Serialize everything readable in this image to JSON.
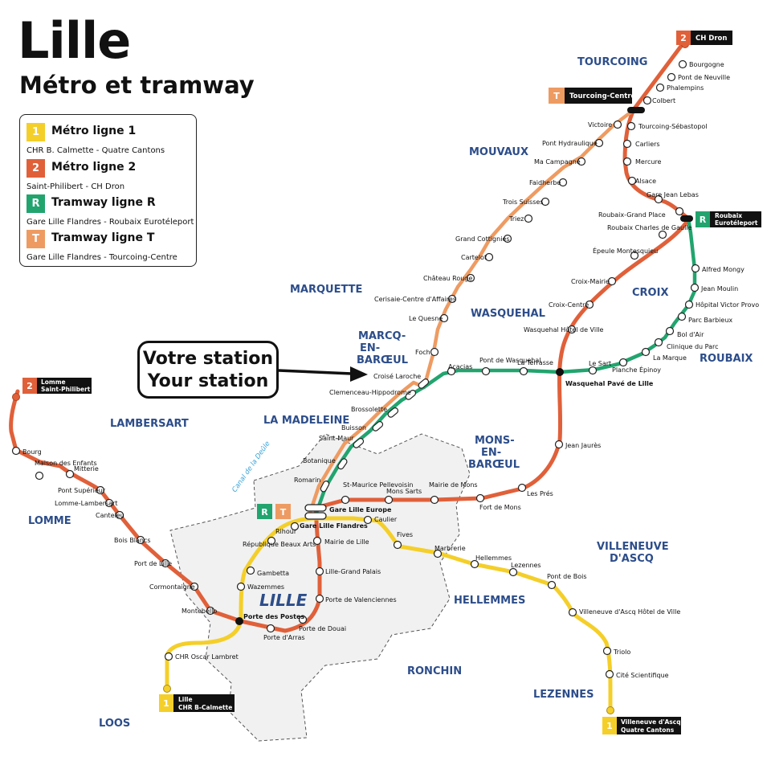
{
  "title": "Lille",
  "subtitle": "Métro et tramway",
  "colors": {
    "metro1": "#f4cf2a",
    "metro2": "#e0603a",
    "tramR": "#22a46e",
    "tramT": "#ee9b62",
    "city_area": "#f1f1f1",
    "district_label": "#2c4d8a",
    "canal": "#3aa3d8"
  },
  "legend": [
    {
      "badge": "1",
      "name": "Métro ligne 1",
      "desc": "CHR B. Calmette - Quatre Cantons",
      "color": "#f4cf2a",
      "badge_text_color": "#ffffff"
    },
    {
      "badge": "2",
      "name": "Métro ligne 2",
      "desc": "Saint-Philibert - CH Dron",
      "color": "#e0603a",
      "badge_text_color": "#ffffff"
    },
    {
      "badge": "R",
      "name": "Tramway ligne R",
      "desc": "Gare Lille Flandres - Roubaix Eurotéleport",
      "color": "#22a46e",
      "badge_text_color": "#ffffff"
    },
    {
      "badge": "T",
      "name": "Tramway ligne T",
      "desc": "Gare Lille Flandres - Tourcoing-Centre",
      "color": "#ee9b62",
      "badge_text_color": "#ffffff"
    }
  ],
  "callout": {
    "line1": "Votre station",
    "line2": "Your station",
    "target_station": "Croisé Laroche"
  },
  "canal_label": "Canal de la Deûle",
  "districts": [
    "TOURCOING",
    "MOUVAUX",
    "MARQUETTE",
    "WASQUEHAL",
    "CROIX",
    "ROUBAIX",
    "MARCQ-EN-BARŒUL",
    "LAMBERSART",
    "LA MADELEINE",
    "MONS-EN-BARŒUL",
    "LOMME",
    "LILLE",
    "VILLENEUVE D'ASCQ",
    "HELLEMMES",
    "RONCHIN",
    "LEZENNES",
    "LOOS"
  ],
  "terminals": {
    "ch_dron": {
      "badge": "2",
      "label": "CH Dron"
    },
    "tourcoing_centre": {
      "badge": "T",
      "label": "Tourcoing-Centre"
    },
    "roubaix_euroteleport": {
      "badge": "R",
      "label": "Roubaix Eurotéleport"
    },
    "lomme_st_philibert": {
      "badge": "2",
      "label": "Lomme Saint-Philibert"
    },
    "lille_calmette": {
      "badge": "1",
      "label": "Lille CHR B-Calmette"
    },
    "quatre_cantons": {
      "badge": "1",
      "label": "Villeneuve d'Ascq Quatre Cantons"
    },
    "gare_badges": [
      "R",
      "T"
    ]
  },
  "stations": {
    "line2": [
      "Bourgogne",
      "Pont de Neuville",
      "Phalempins",
      "Colbert",
      "Tourcoing-Sébastopol",
      "Carliers",
      "Mercure",
      "Alsace",
      "Gare Jean Lebas",
      "Roubaix-Grand Place",
      "Roubaix Charles de Gaulle",
      "Épeule Montesquieu",
      "Croix-Mairie",
      "Croix-Centre",
      "Wasquehal Hôtel de Ville",
      "Wasquehal Pavé de Lille",
      "Jean Jaurès",
      "Les Prés",
      "Fort de Mons",
      "Mairie de Mons",
      "Mons Sarts",
      "St-Maurice Pellevoisin",
      "Gare Lille Europe",
      "Mairie de Lille",
      "Lille-Grand Palais",
      "Porte de Valenciennes",
      "Porte de Douai",
      "Porte d'Arras",
      "Porte des Postes",
      "Montebello",
      "Cormontaigne",
      "Port de Lille",
      "Bois Blancs",
      "Canteleu",
      "Lomme-Lambersart",
      "Pont Supérieur",
      "Mitterie",
      "Maison des Enfants",
      "Bourg"
    ],
    "line1": [
      "CHR Oscar Lambret",
      "Wazemmes",
      "Gambetta",
      "République Beaux Arts",
      "Rihour",
      "Gare Lille Flandres",
      "Caulier",
      "Fives",
      "Marbrerie",
      "Hellemmes",
      "Lezennes",
      "Pont de Bois",
      "Villeneuve d'Ascq Hôtel de Ville",
      "Triolo",
      "Cité Scientifique"
    ],
    "tram_shared": [
      "Romarin",
      "Botanique",
      "Saint-Maur",
      "Buisson",
      "Brossolette",
      "Clemenceau-Hippodrome"
    ],
    "tramT": [
      "Croisé Laroche",
      "Foch",
      "Le Quesne",
      "Cerisaie-Centre d'Affaires",
      "Château Rouge",
      "Cartelot",
      "Grand Cottignies",
      "Triez",
      "Trois Suisses",
      "Faidherbe",
      "Ma Campagne",
      "Pont Hydraulique",
      "Victoire"
    ],
    "tramR": [
      "Acacias",
      "Pont de Wasquehal",
      "La Terrasse",
      "Le Sart",
      "Planche Épinoy",
      "La Marque",
      "Clinique du Parc",
      "Bol d'Air",
      "Parc Barbieux",
      "Hôpital Victor Provo",
      "Jean Moulin",
      "Alfred Mongy"
    ]
  }
}
